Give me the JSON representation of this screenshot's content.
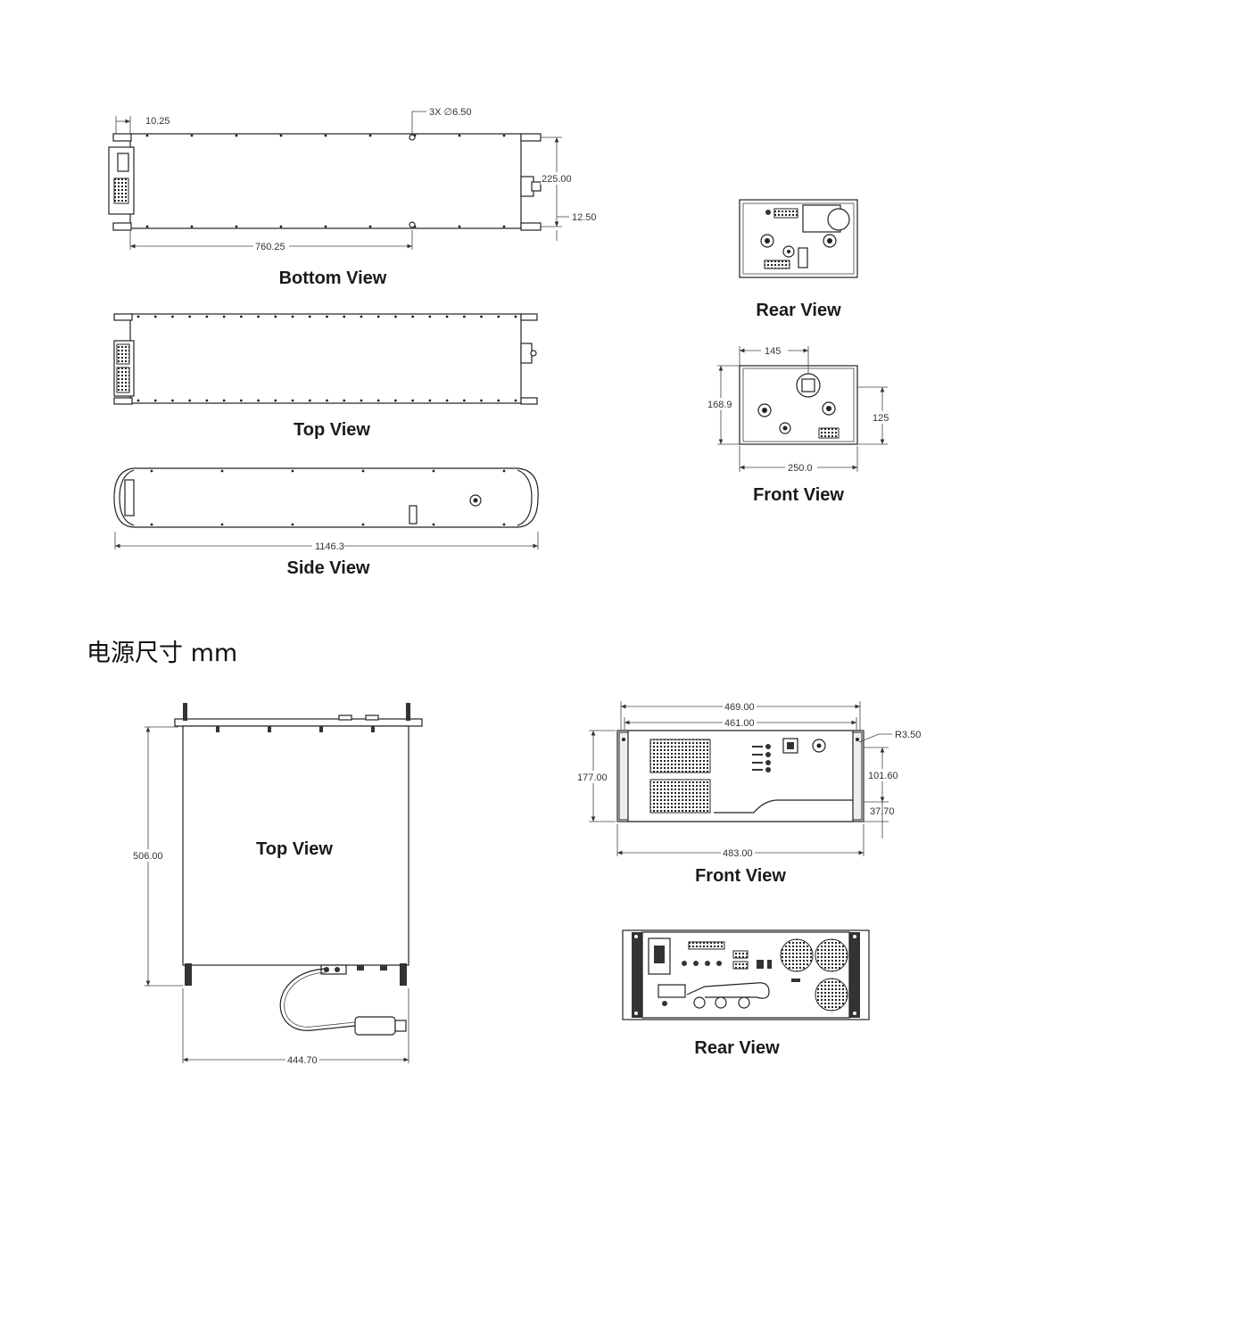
{
  "laser_head": {
    "bottom_view": {
      "label": "Bottom View",
      "dims": {
        "offset": "10.25",
        "holes": "3X ∅6.50",
        "width": "225.00",
        "foot": "12.50",
        "length": "760.25"
      }
    },
    "top_view": {
      "label": "Top View"
    },
    "side_view": {
      "label": "Side View",
      "dims": {
        "length": "1146.3"
      }
    },
    "rear_view": {
      "label": "Rear View"
    },
    "front_view": {
      "label": "Front View",
      "dims": {
        "top": "145",
        "height": "168.9",
        "right": "125",
        "width": "250.0"
      }
    }
  },
  "power_supply": {
    "heading": "电源尺寸 mm",
    "top_view": {
      "label": "Top View",
      "dims": {
        "depth": "506.00",
        "width": "444.70"
      }
    },
    "front_view": {
      "label": "Front View",
      "dims": {
        "outer": "469.00",
        "inner": "461.00",
        "radius": "R3.50",
        "height": "177.00",
        "h1": "101.60",
        "h2": "37.70",
        "rack": "483.00"
      }
    },
    "rear_view": {
      "label": "Rear View"
    }
  }
}
